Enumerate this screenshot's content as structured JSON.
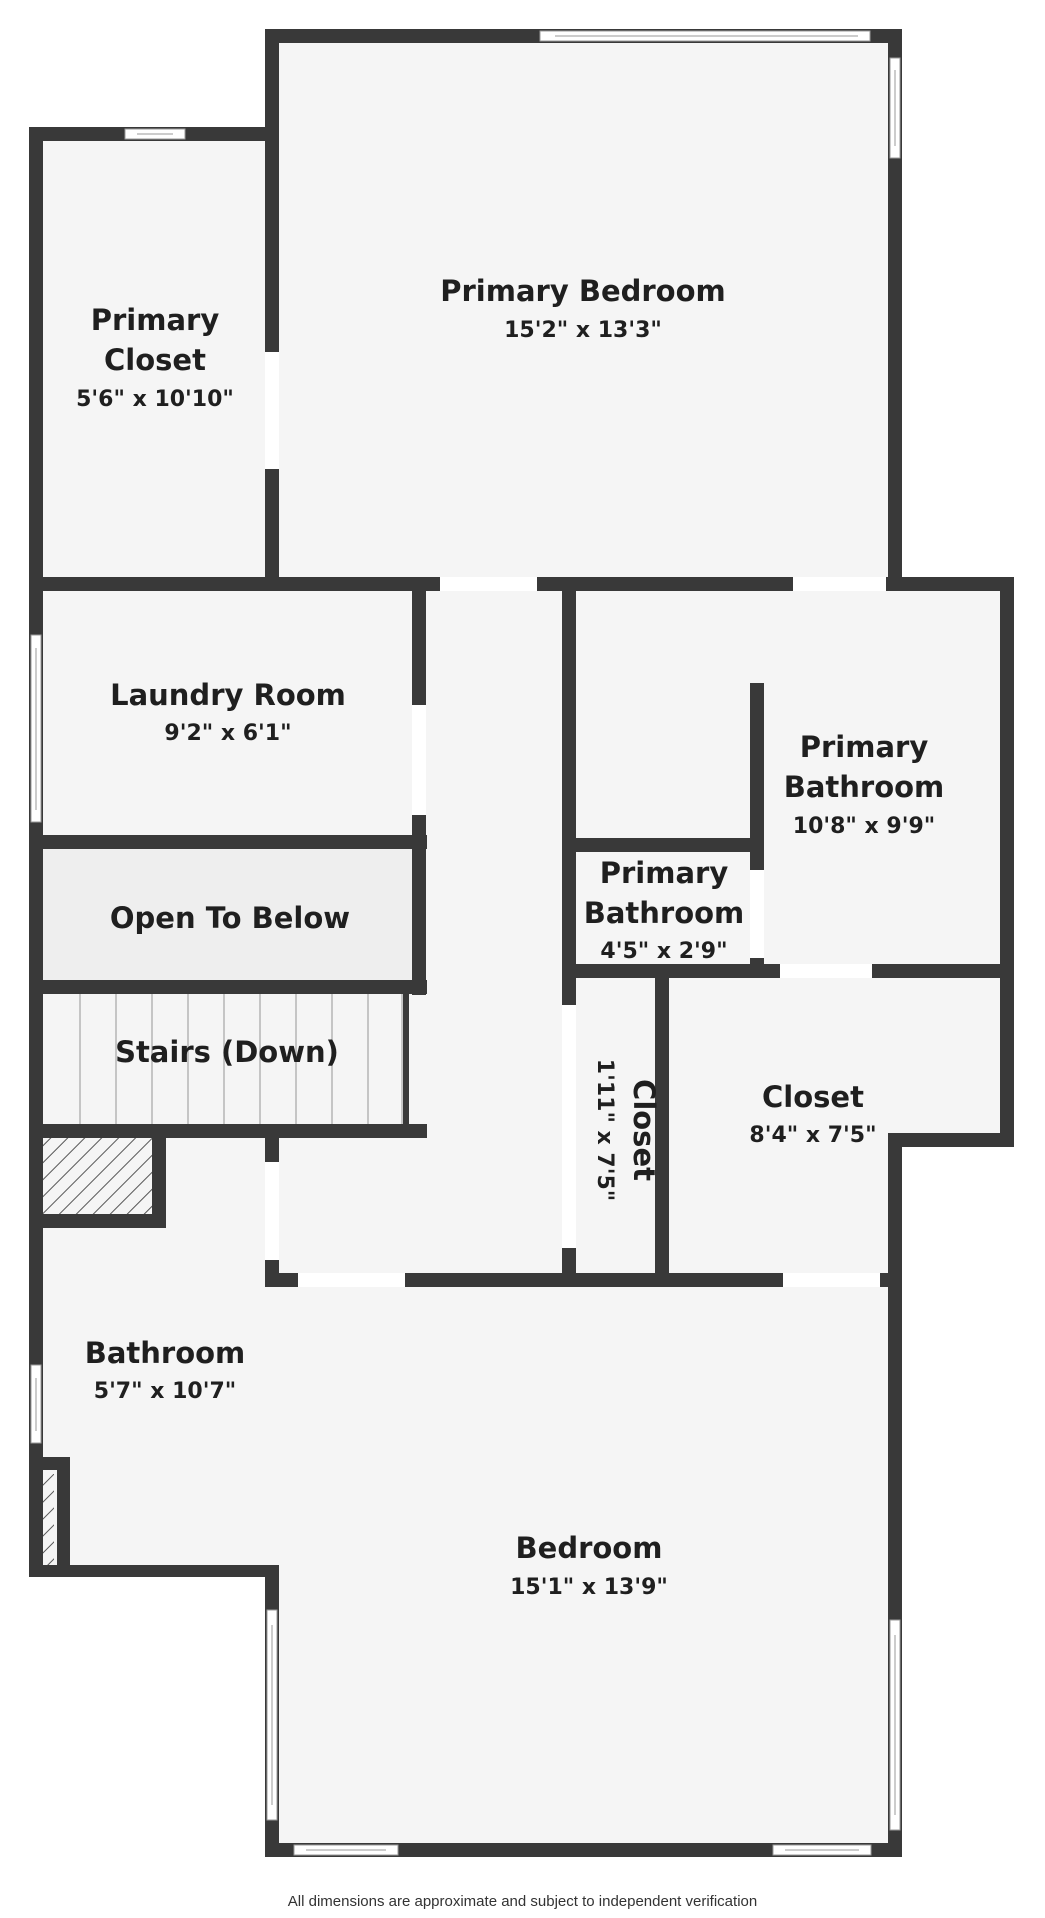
{
  "rooms": [
    {
      "name_lines": [
        "Primary Bedroom"
      ],
      "dimensions": "15'2\" x 13'3\""
    },
    {
      "name_lines": [
        "Primary",
        "Closet"
      ],
      "dimensions": "5'6\" x 10'10\""
    },
    {
      "name_lines": [
        "Laundry Room"
      ],
      "dimensions": "9'2\" x 6'1\""
    },
    {
      "name_lines": [
        "Primary",
        "Bathroom"
      ],
      "dimensions": "10'8\" x 9'9\""
    },
    {
      "name_lines": [
        "Open To Below"
      ],
      "dimensions": ""
    },
    {
      "name_lines": [
        "Primary",
        "Bathroom"
      ],
      "dimensions": "4'5\" x 2'9\""
    },
    {
      "name_lines": [
        "Stairs (Down)"
      ],
      "dimensions": ""
    },
    {
      "name_lines": [
        "Closet"
      ],
      "dimensions": "1'11\" x 7'5\""
    },
    {
      "name_lines": [
        "Closet"
      ],
      "dimensions": "8'4\" x 7'5\""
    },
    {
      "name_lines": [
        "Bathroom"
      ],
      "dimensions": "5'7\" x 10'7\""
    },
    {
      "name_lines": [
        "Bedroom"
      ],
      "dimensions": "15'1\" x 13'9\""
    }
  ],
  "footnote": "All dimensions are approximate and subject to independent verification",
  "colors": {
    "wall": "#393939",
    "floor": "#f5f5f5",
    "open_to_below": "#eeeeee",
    "text": "#1f1f1f"
  }
}
